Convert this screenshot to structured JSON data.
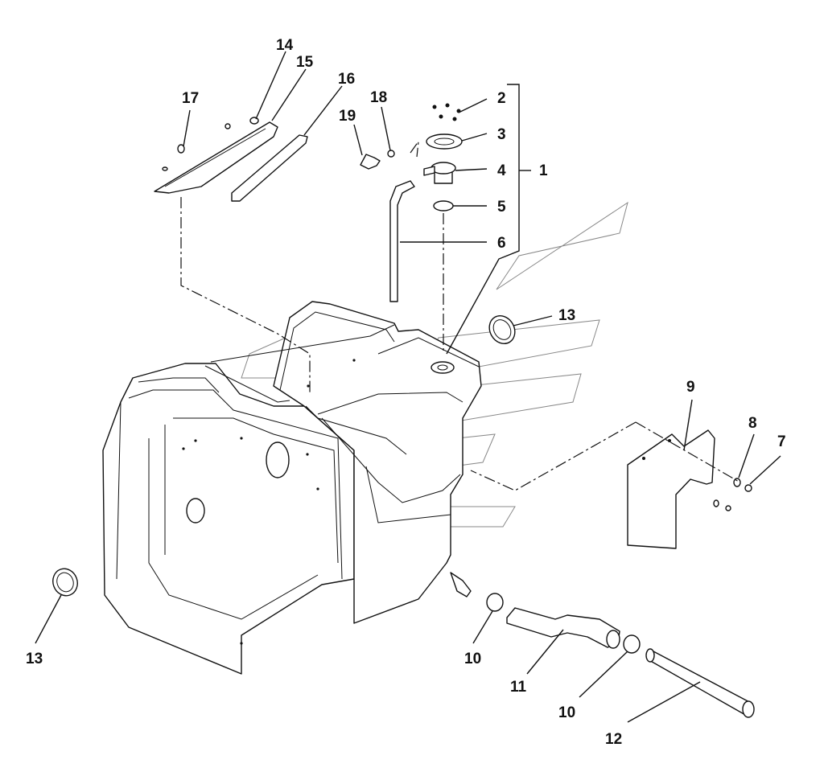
{
  "diagram": {
    "labels": [
      {
        "id": "l14",
        "text": "14"
      },
      {
        "id": "l15",
        "text": "15"
      },
      {
        "id": "l16",
        "text": "16"
      },
      {
        "id": "l17",
        "text": "17"
      },
      {
        "id": "l18",
        "text": "18"
      },
      {
        "id": "l19",
        "text": "19"
      },
      {
        "id": "l2",
        "text": "2"
      },
      {
        "id": "l3",
        "text": "3"
      },
      {
        "id": "l4",
        "text": "4"
      },
      {
        "id": "l1",
        "text": "1"
      },
      {
        "id": "l5",
        "text": "5"
      },
      {
        "id": "l6",
        "text": "6"
      },
      {
        "id": "l13a",
        "text": "13"
      },
      {
        "id": "l9",
        "text": "9"
      },
      {
        "id": "l8",
        "text": "8"
      },
      {
        "id": "l7",
        "text": "7"
      },
      {
        "id": "l13b",
        "text": "13"
      },
      {
        "id": "l10a",
        "text": "10"
      },
      {
        "id": "l11",
        "text": "11"
      },
      {
        "id": "l10b",
        "text": "10"
      },
      {
        "id": "l12",
        "text": "12"
      }
    ]
  }
}
